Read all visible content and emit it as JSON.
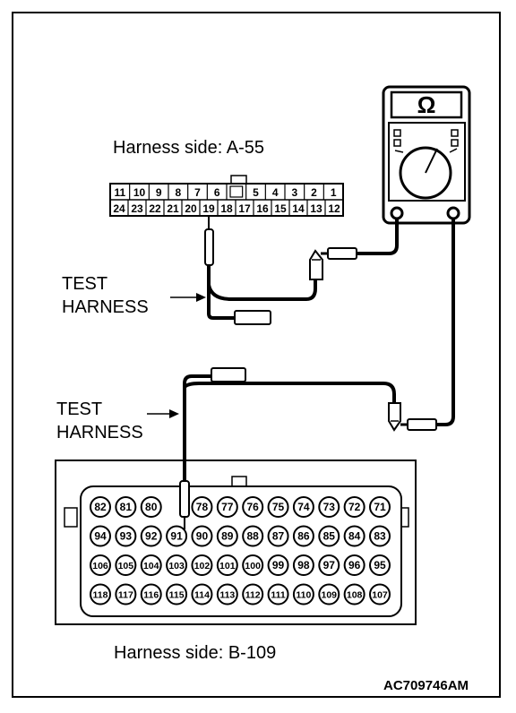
{
  "labels": {
    "top_connector": "Harness side: A-55",
    "bottom_connector": "Harness side: B-109",
    "test_harness_line1": "TEST",
    "test_harness_line2": "HARNESS",
    "figure_code": "AC709746AM"
  },
  "multimeter": {
    "display_symbol": "Ω"
  },
  "connector_a55": {
    "top_row": [
      "11",
      "10",
      "9",
      "8",
      "7",
      "6",
      "",
      "5",
      "4",
      "3",
      "2",
      "1"
    ],
    "bottom_row": [
      "24",
      "23",
      "22",
      "21",
      "20",
      "19",
      "18",
      "17",
      "16",
      "15",
      "14",
      "13",
      "12"
    ],
    "probed_pin": "19"
  },
  "connector_b109": {
    "rows": [
      [
        "82",
        "81",
        "80",
        "",
        "78",
        "77",
        "76",
        "75",
        "74",
        "73",
        "72",
        "71"
      ],
      [
        "94",
        "93",
        "92",
        "91",
        "90",
        "89",
        "88",
        "87",
        "86",
        "85",
        "84",
        "83"
      ],
      [
        "106",
        "105",
        "104",
        "103",
        "102",
        "101",
        "100",
        "99",
        "98",
        "97",
        "96",
        "95"
      ],
      [
        "118",
        "117",
        "116",
        "115",
        "114",
        "113",
        "112",
        "111",
        "110",
        "109",
        "108",
        "107"
      ]
    ],
    "probed_pin": "91"
  }
}
